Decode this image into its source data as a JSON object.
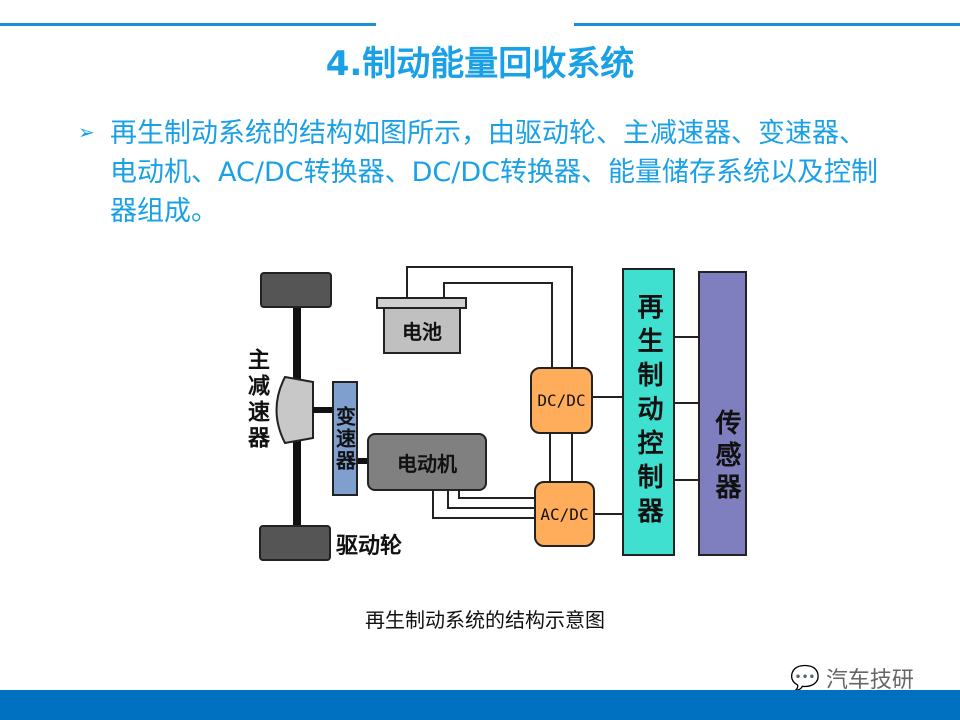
{
  "title": "4.制动能量回收系统",
  "bullet_icon": "arrow-bullet-icon",
  "paragraph": "再生制动系统的结构如图所示，由驱动轮、主减速器、变速器、电动机、AC/DC转换器、DC/DC转换器、能量储存系统以及控制器组成。",
  "diagram": {
    "battery": "电池",
    "final_drive": "主减速器",
    "gearbox": "变速器",
    "motor": "电动机",
    "drive_wheel": "驱动轮",
    "dcdc": "DC/DC",
    "acdc": "AC/DC",
    "controller": "再生制动控制器",
    "sensor": "传感器"
  },
  "caption": "再生制动系统的结构示意图",
  "watermark": "汽车技研",
  "colors": {
    "accent": "#1aa0e6",
    "footer": "#0070c0",
    "converter": "#ffad5a",
    "controller": "#40e0d0",
    "sensor": "#7f7fbf",
    "gearbox": "#7f9fcf"
  }
}
